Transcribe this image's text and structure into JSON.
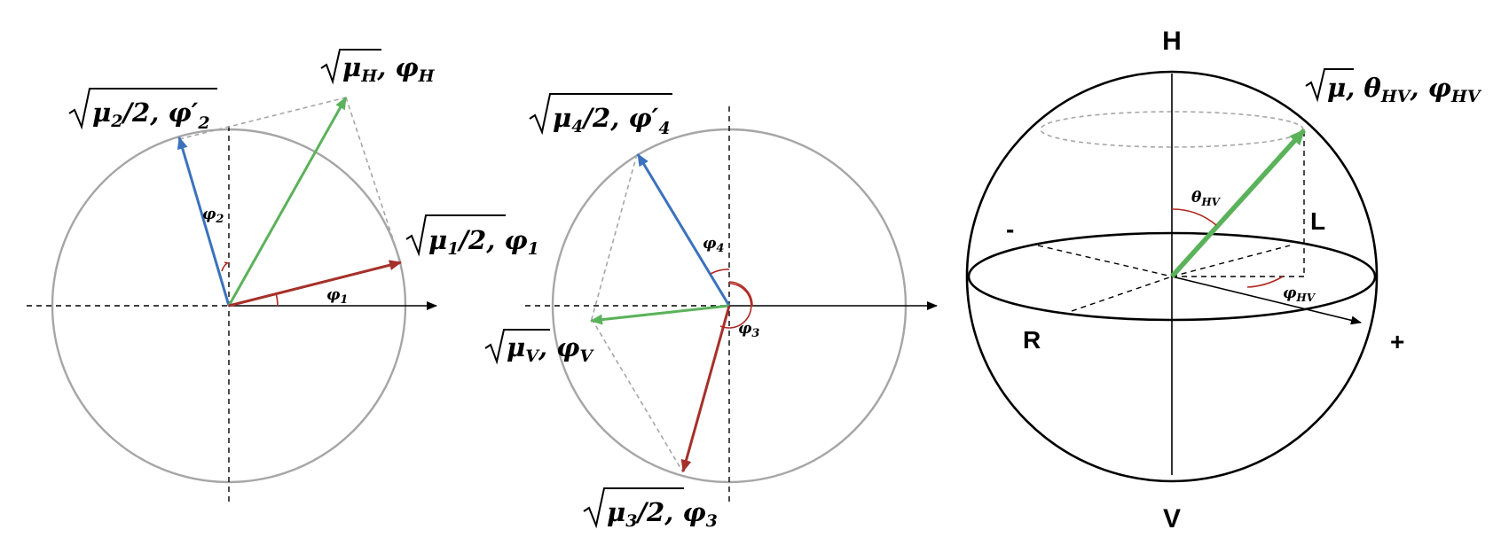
{
  "panel1": {
    "label_mu2": "√μ₂/2, φ′₂",
    "label_mu2_main": "μ",
    "label_mu2_sub": "2",
    "label_mu2_rest": "/2, φ′",
    "label_mu2_sub2": "2",
    "label_muH_main": "μ",
    "label_muH_sub": "H",
    "label_muH_rest": ", φ",
    "label_muH_sub2": "H",
    "label_mu1_main": "μ",
    "label_mu1_sub": "1",
    "label_mu1_rest": "/2, φ",
    "label_mu1_sub2": "1",
    "phi2_main": "φ",
    "phi2_sub": "2",
    "phi1_main": "φ",
    "phi1_sub": "1"
  },
  "panel2": {
    "label_mu4_main": "μ",
    "label_mu4_sub": "4",
    "label_mu4_rest": "/2, φ′",
    "label_mu4_sub2": "4",
    "label_muV_main": "μ",
    "label_muV_sub": "V",
    "label_muV_rest": ", φ",
    "label_muV_sub2": "V",
    "label_mu3_main": "μ",
    "label_mu3_sub": "3",
    "label_mu3_rest": "/2, φ",
    "label_mu3_sub2": "3",
    "phi4_main": "φ",
    "phi4_sub": "4",
    "phi3_main": "φ",
    "phi3_sub": "3"
  },
  "panel3": {
    "pole_top": "H",
    "pole_bottom": "V",
    "left_label": "-",
    "right_label": "+",
    "label_R": "R",
    "label_L": "L",
    "vec_label_main": "μ",
    "vec_label_rest": ", θ",
    "vec_label_sub": "HV",
    "vec_label_rest2": ", φ",
    "vec_label_sub2": "HV",
    "theta_main": "θ",
    "theta_sub": "HV",
    "phi_main": "φ",
    "phi_sub": "HV"
  },
  "colors": {
    "blue": "#3a72bd",
    "green": "#5ab25a",
    "red": "#a6302a",
    "gray": "#a6a6a6"
  }
}
